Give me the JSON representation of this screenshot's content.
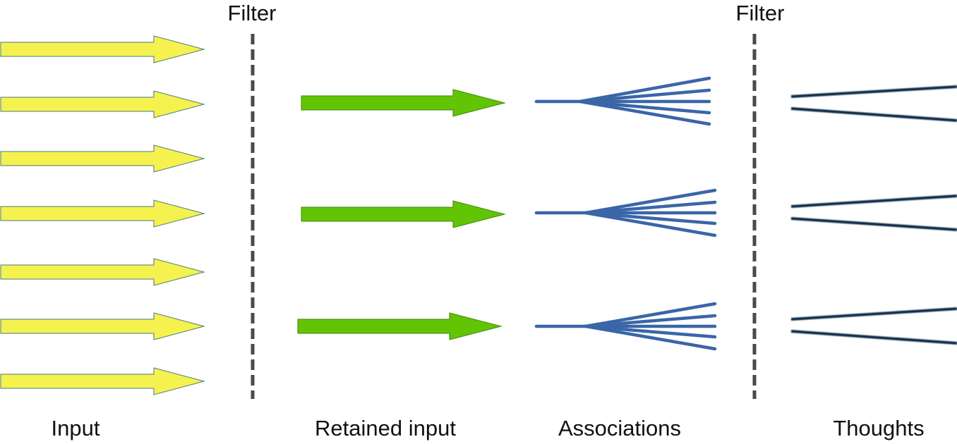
{
  "labels": {
    "filter_left": "Filter",
    "filter_right": "Filter",
    "input": "Input",
    "retained_input": "Retained input",
    "associations": "Associations",
    "thoughts": "Thoughts"
  },
  "diagram": {
    "input_arrow_count": 7,
    "retained_arrow_count": 3,
    "association_fan_count": 3,
    "association_branches_per_fan": 5,
    "thought_wedge_count": 3
  },
  "colors": {
    "input_arrow_fill": "#f5f250",
    "input_arrow_stroke": "#4a7a7a",
    "retained_arrow_fill": "#62c404",
    "retained_arrow_stroke": "#3f8a06",
    "association_stroke": "#3a66a8",
    "filter_line": "#4a4a4a",
    "thought_stroke": "#0e2a4a",
    "text": "#111111"
  }
}
